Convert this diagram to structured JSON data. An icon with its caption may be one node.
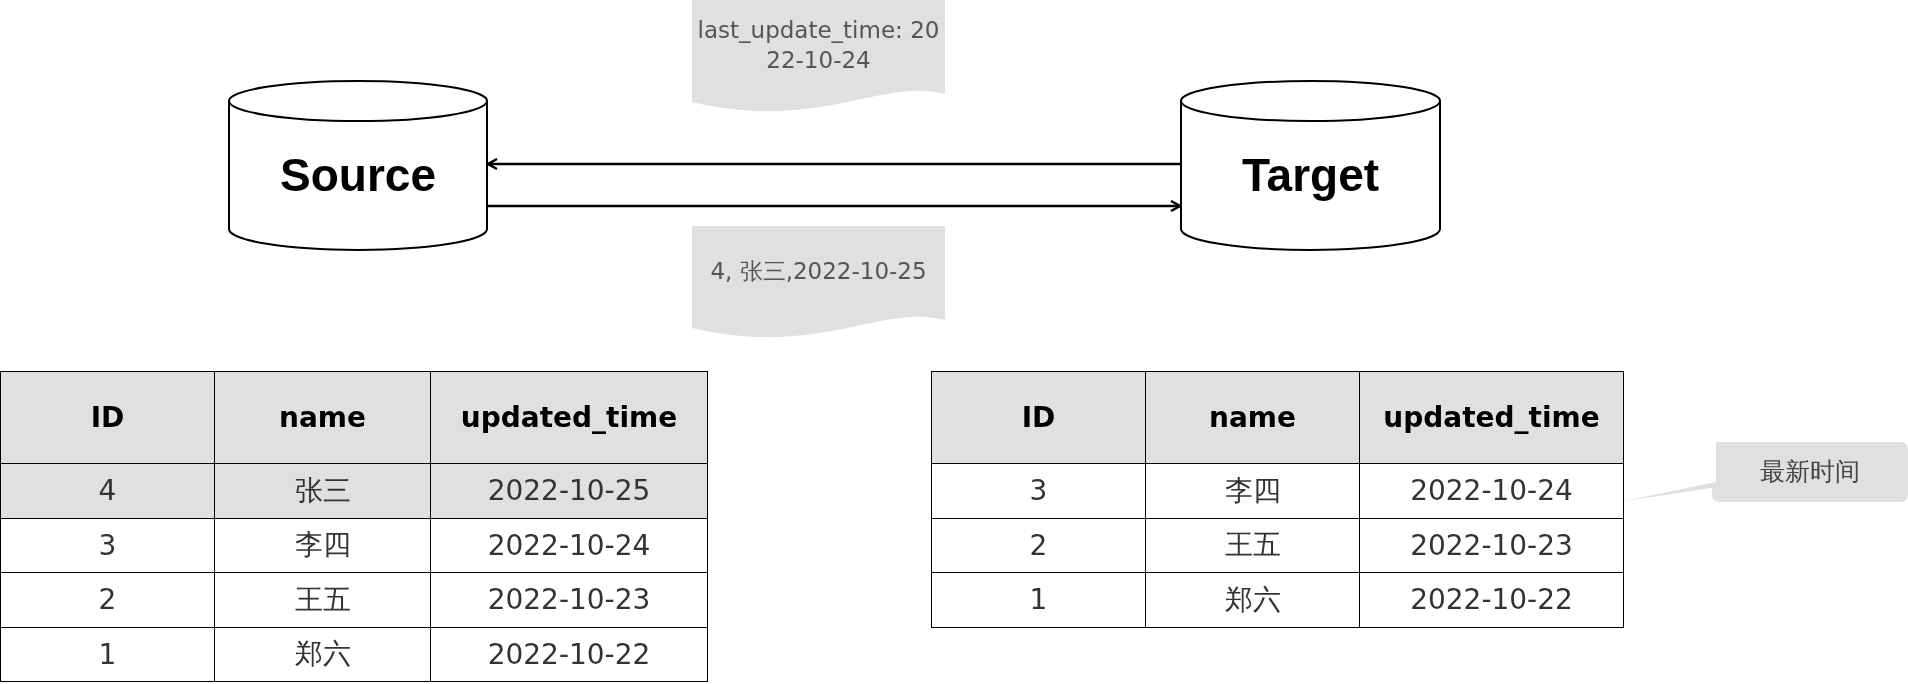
{
  "diagram": {
    "nodes": [
      {
        "text": [
          "Source"
        ]
      },
      {
        "text": [
          "Target"
        ]
      },
      {
        "text": [
          "last_update_time: 2022-10-24"
        ]
      },
      {
        "text": [
          "4, 张三,2022-10-25"
        ]
      },
      {
        "text": [
          "最新时间"
        ]
      }
    ],
    "edges": [
      {
        "from": 1,
        "to": 0,
        "arrow": "to"
      },
      {
        "from": 0,
        "to": 1,
        "arrow": "to"
      }
    ],
    "labels": [
      "ID",
      "name",
      "updated_time",
      "4",
      "张三",
      "2022-10-25",
      "3",
      "李四",
      "2022-10-24",
      "2",
      "王五",
      "2022-10-23",
      "1",
      "郑六",
      "2022-10-22",
      "ID",
      "name",
      "updated_time",
      "3",
      "李四",
      "2022-10-24",
      "2",
      "王五",
      "2022-10-23",
      "1",
      "郑六",
      "2022-10-22"
    ]
  }
}
